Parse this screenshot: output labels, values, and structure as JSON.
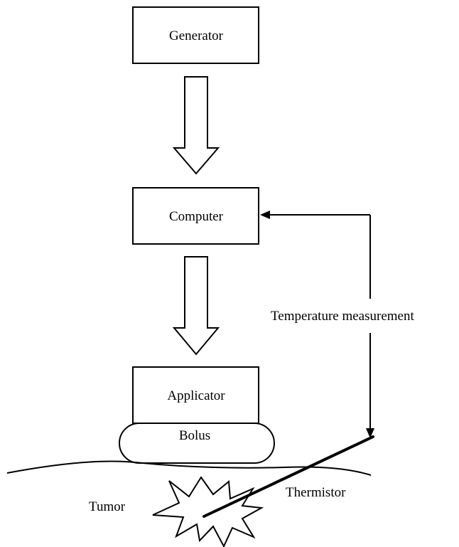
{
  "diagram": {
    "nodes": {
      "generator": "Generator",
      "computer": "Computer",
      "applicator": "Applicator",
      "bolus": "Bolus"
    },
    "labels": {
      "temperature_measurement": "Temperature measurement",
      "tumor": "Tumor",
      "thermistor": "Thermistor"
    },
    "colors": {
      "stroke": "#000000",
      "fill": "#ffffff"
    }
  }
}
